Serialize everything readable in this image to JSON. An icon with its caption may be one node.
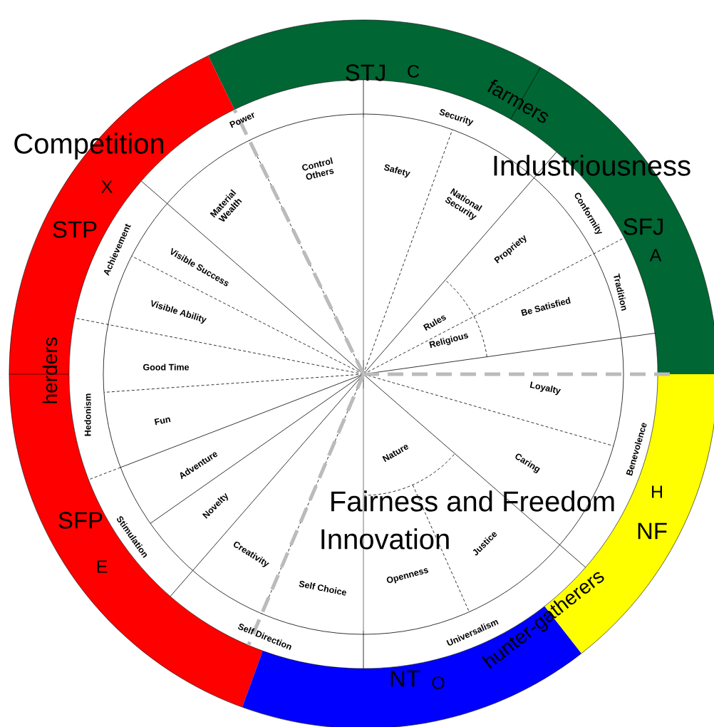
{
  "diagram": {
    "labels": [
      "STJ",
      "C",
      "farmers",
      "Competition",
      "Industriousness",
      "X",
      "STP",
      "SFJ",
      "A",
      "herders",
      "H",
      "SFP",
      "NF",
      "E",
      "hunter-gatherers",
      "NT",
      "O",
      "Fairness and Freedom",
      "Innovation",
      "Power",
      "Security",
      "Conformity",
      "Tradition",
      "Benevolence",
      "Self Direction",
      "Universalism",
      "Stimulation",
      "Hedonism",
      "Achievement",
      "Control Others",
      "Material Wealth",
      "Safety",
      "National Security",
      "Propriety",
      "Rules",
      "Religious",
      "Be Satisfied",
      "Loyalty",
      "Caring",
      "Nature",
      "Justice",
      "Openness",
      "Self Choice",
      "Creativity",
      "Novelty",
      "Adventure",
      "Fun",
      "Good Time",
      "Visible Ability",
      "Visible Success"
    ]
  }
}
